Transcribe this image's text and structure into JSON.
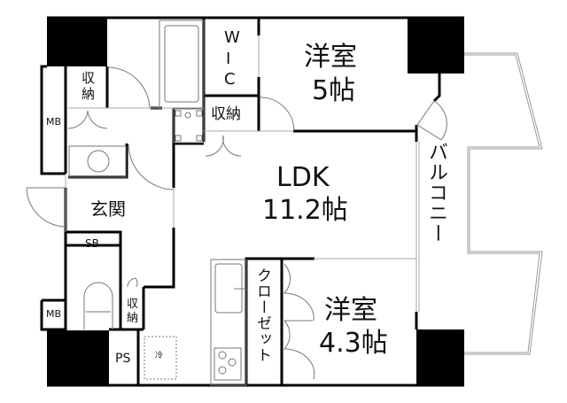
{
  "floor_plan": {
    "rooms": {
      "western_room_1": {
        "name": "洋室",
        "size": "5帖"
      },
      "western_room_2": {
        "name": "洋室",
        "size": "4.3帖"
      },
      "ldk": {
        "name": "LDK",
        "size": "11.2帖"
      },
      "entrance": {
        "name": "玄関"
      },
      "wic": {
        "line1": "W",
        "line2": "I",
        "line3": "C"
      },
      "storage_top_left": {
        "line1": "収",
        "line2": "納"
      },
      "storage_wic": {
        "name": "収納"
      },
      "storage_toilet": {
        "line1": "収",
        "line2": "納"
      },
      "closet": {
        "name": "クローゼット"
      },
      "balcony": {
        "name": "バルコニー"
      },
      "mb_top": {
        "name": "MB"
      },
      "mb_bottom": {
        "name": "MB"
      },
      "shoe_box": {
        "name": "SB"
      },
      "pipe_space": {
        "name": "PS"
      },
      "fridge": {
        "name": "冷"
      }
    },
    "colors": {
      "wall": "#000000",
      "line": "#555555",
      "thin": "#888888",
      "background": "#ffffff"
    }
  }
}
